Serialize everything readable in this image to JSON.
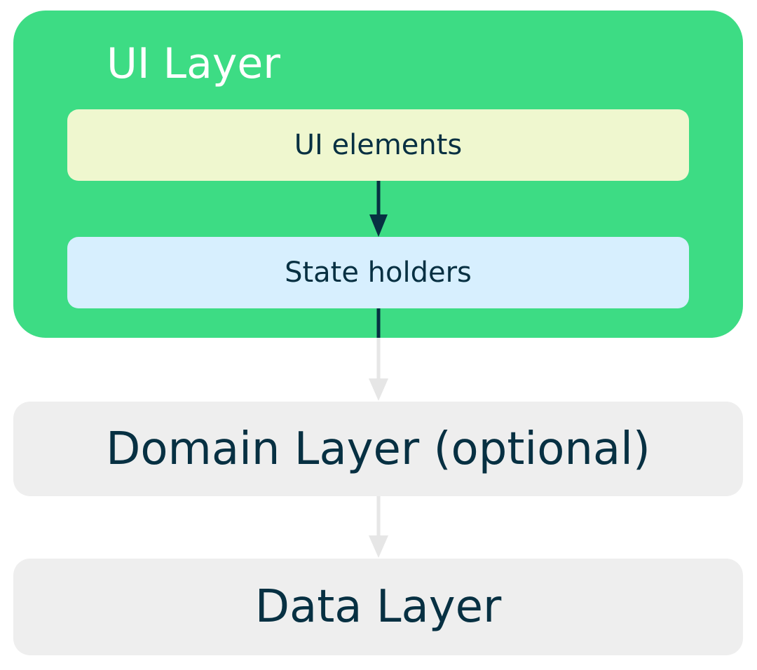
{
  "ui_layer": {
    "title": "UI Layer",
    "ui_elements_label": "UI elements",
    "state_holders_label": "State holders"
  },
  "domain_layer": {
    "label": "Domain Layer (optional)"
  },
  "data_layer": {
    "label": "Data Layer"
  },
  "colors": {
    "ui_layer_bg": "#3ddc84",
    "ui_layer_title": "#ffffff",
    "ui_elements_bg": "#eff7cf",
    "state_holders_bg": "#d7effe",
    "layer_bg": "#eeeeee",
    "text_dark": "#073042",
    "arrow_dark": "#073042",
    "arrow_light": "#e6e6e6"
  }
}
